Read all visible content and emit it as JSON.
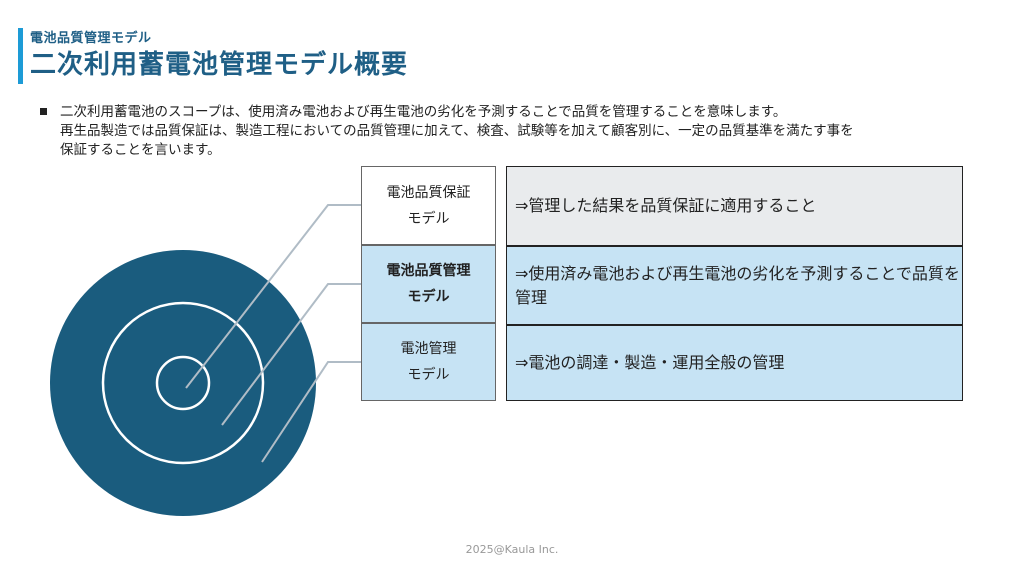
{
  "header": {
    "subtitle": "電池品質管理モデル",
    "title": "二次利用蓄電池管理モデル概要"
  },
  "description": {
    "lines": [
      "二次利用蓄電池のスコープは、使用済み電池および再生電池の劣化を予測することで品質を管理することを意味します。",
      "再生品製造では品質保証は、製造工程においての品質管理に加えて、検査、試験等を加えて顧客別に、一定の品質基準を満たす事を",
      "保証することを言います。"
    ]
  },
  "models": [
    {
      "label_line1": "電池品質保証",
      "label_line2": "モデル",
      "description": "⇒管理した結果を品質保証に適用すること"
    },
    {
      "label_line1": "電池品質管理",
      "label_line2": "モデル",
      "description": "⇒使用済み電池および再生電池の劣化を予測することで品質を管理"
    },
    {
      "label_line1": "電池管理",
      "label_line2": "モデル",
      "description": "⇒電池の調達・製造・運用全般の管理"
    }
  ],
  "colors": {
    "accent": "#1d9bd6",
    "title": "#1f5f86",
    "circle": "#1a5c7e",
    "light_blue": "#c6e3f4",
    "light_gray": "#e9ebed"
  },
  "footer": {
    "copyright": "2025@Kaula Inc."
  }
}
